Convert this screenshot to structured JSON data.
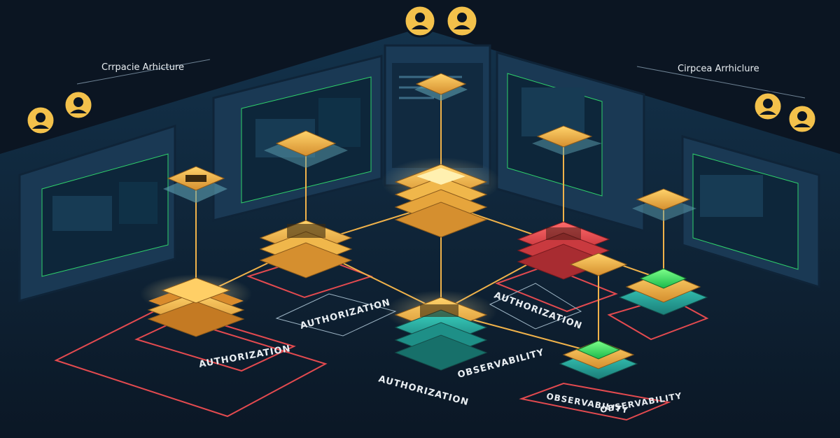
{
  "title_left": "Crrpacie Arhicture",
  "title_right": "Cirpcea Arrhiclure",
  "labels": {
    "auth_center": "AUTHORIZATION",
    "auth_left": "AUTHORIZATION",
    "auth_right": "AUTHORIZATION",
    "auth_bottom": "AUTHORIZATION",
    "observ_bottom": "OBSERVABILITY",
    "observ_right_1": "OBSERVABILITY",
    "observ_right_2": "OBSERVABILITY"
  },
  "icons": {
    "top_left_user": "user-avatar-icon",
    "top_right_user": "user-avatar-icon",
    "top_center_user": "user-avatar-icon"
  },
  "colors": {
    "background": "#0d1a2a",
    "floor": "#12314a",
    "gold": "#f3c14b",
    "gold_dark": "#c8852a",
    "red": "#e34a4f",
    "green": "#38e06a",
    "teal": "#2bb6a3",
    "panel": "#1b3a55",
    "panel_edge": "#0f2438",
    "line": "#f0b24a",
    "text": "#e9eef2"
  }
}
